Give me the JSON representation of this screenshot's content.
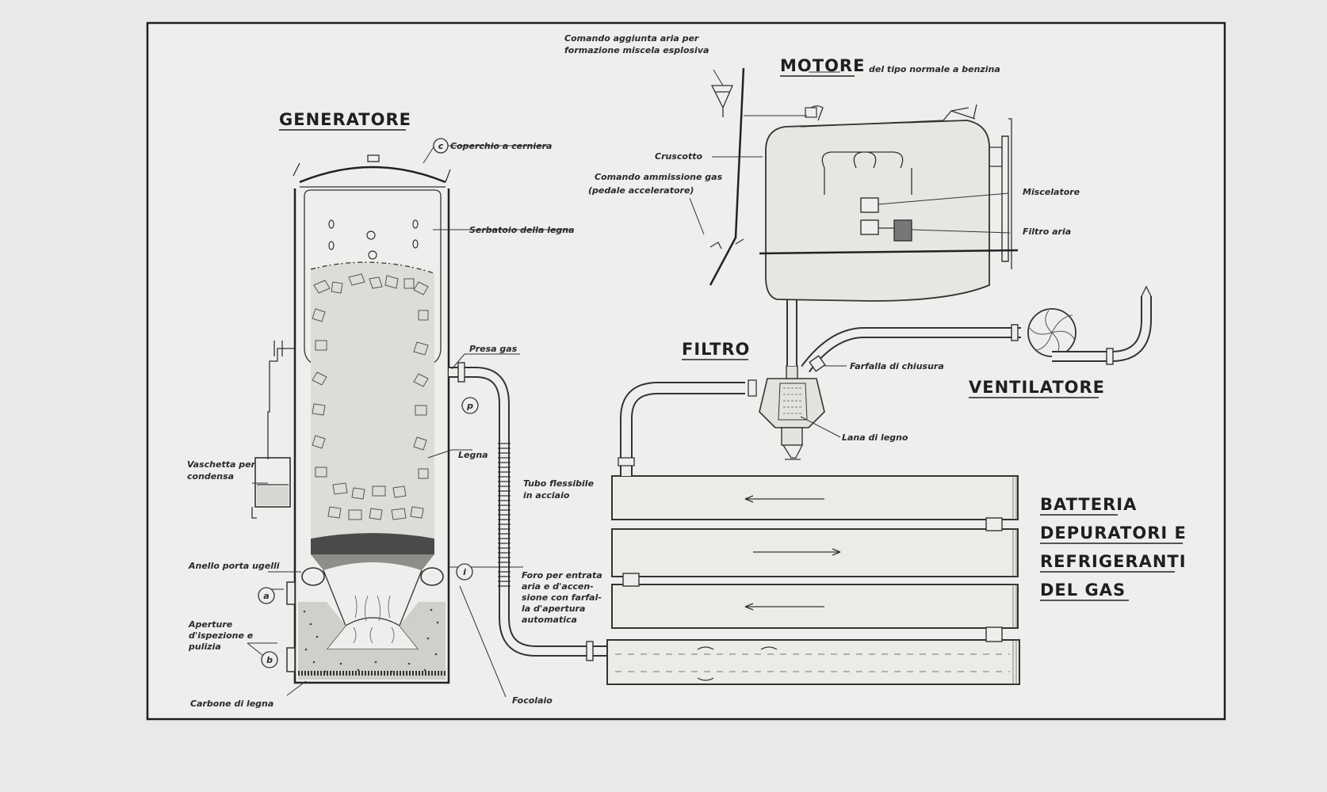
{
  "titles": {
    "generatore": "GENERATORE",
    "motore": "MOTORE",
    "filtro": "FILTRO",
    "ventilatore": "VENTILATORE",
    "batteria": [
      "BATTERIA",
      "DEPURATORI E",
      "REFRIGERANTI",
      "DEL GAS"
    ]
  },
  "labels": {
    "coperchio": "Coperchio a cerniera",
    "serbatoio": "Serbatoio della legna",
    "presa_gas": "Presa gas",
    "legna": "Legna",
    "vaschetta": [
      "Vaschetta per",
      "condensa"
    ],
    "tubo": [
      "Tubo flessibile",
      "in acciaio"
    ],
    "anello": "Anello porta ugelli",
    "foro": [
      "Foro per entrata",
      "aria e d'accen-",
      "sione con farfal-",
      "la d'apertura",
      "automatica"
    ],
    "aperture": [
      "Aperture",
      "d'ispezione e",
      "pulizia"
    ],
    "carbone": "Carbone di legna",
    "focolaio": "Focolaio",
    "comando_aria": [
      "Comando aggiunta aria per",
      "formazione miscela esplosiva"
    ],
    "motore_tipo": "del tipo normale a benzina",
    "cruscotto": "Cruscotto",
    "comando_gas": [
      "Comando ammissione gas",
      "(pedale acceleratore)"
    ],
    "miscelatore": "Miscelatore",
    "filtro_aria": "Filtro aria",
    "farfalla": "Farfalla di chiusura",
    "lana": "Lana di legno"
  },
  "markers": {
    "a": "a",
    "b": "b",
    "c": "c",
    "p": "p",
    "i": "i"
  }
}
